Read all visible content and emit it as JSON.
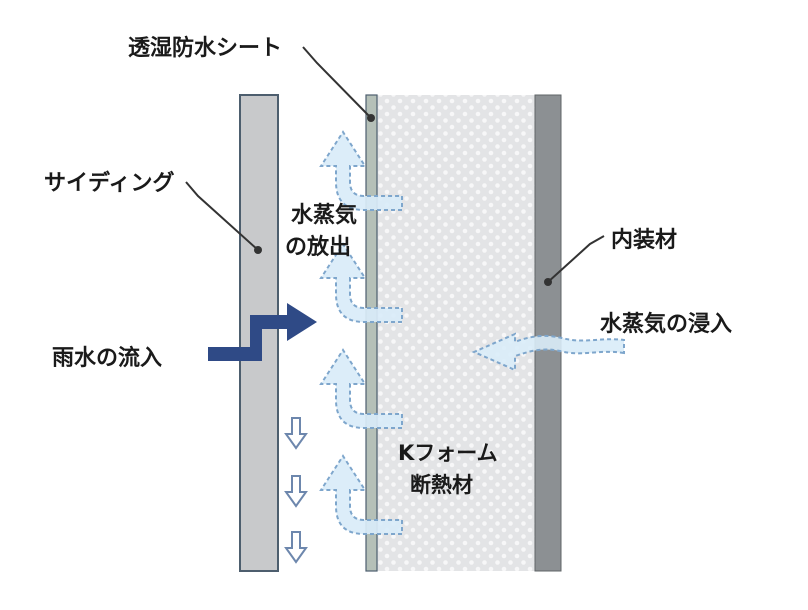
{
  "labels": {
    "membrane": "透湿防水シート",
    "siding": "サイディング",
    "vapor_release_line1": "水蒸気",
    "vapor_release_line2": "の放出",
    "interior": "内装材",
    "vapor_intrusion": "水蒸気の浸入",
    "rain_inflow": "雨水の流入",
    "insulation_line1": "Kフォーム",
    "insulation_line2": "断熱材"
  },
  "colors": {
    "siding_fill": "#c8c9cb",
    "siding_stroke": "#4d5e6e",
    "insulation_fill": "#e3e4e6",
    "insulation_dot": "#ffffff",
    "membrane_fill": "#b5c0b8",
    "interior_fill": "#8c9093",
    "rain_arrow": "#2f4a86",
    "vapor_fill": "#d9ecf8",
    "vapor_stroke": "#7ea6cc",
    "drip_stroke": "#6d87ad",
    "leader": "#333333"
  }
}
